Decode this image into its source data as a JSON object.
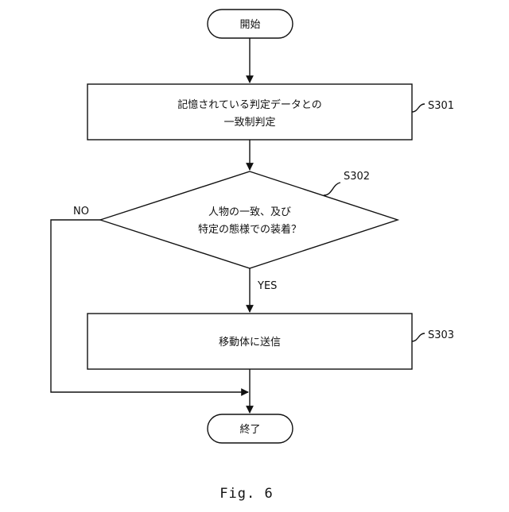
{
  "flowchart": {
    "start_label": "開始",
    "step_s301": {
      "line1": "記憶されている判定データとの",
      "line2": "一致制判定",
      "ref": "S301"
    },
    "decision_s302": {
      "line1": "人物の一致、及び",
      "line2": "特定の態様での装着？",
      "ref": "S302",
      "yes_label": "YES",
      "no_label": "NO"
    },
    "step_s303": {
      "line1": "移動体に送信",
      "ref": "S303"
    },
    "end_label": "終了"
  },
  "caption": "Fig. 6"
}
